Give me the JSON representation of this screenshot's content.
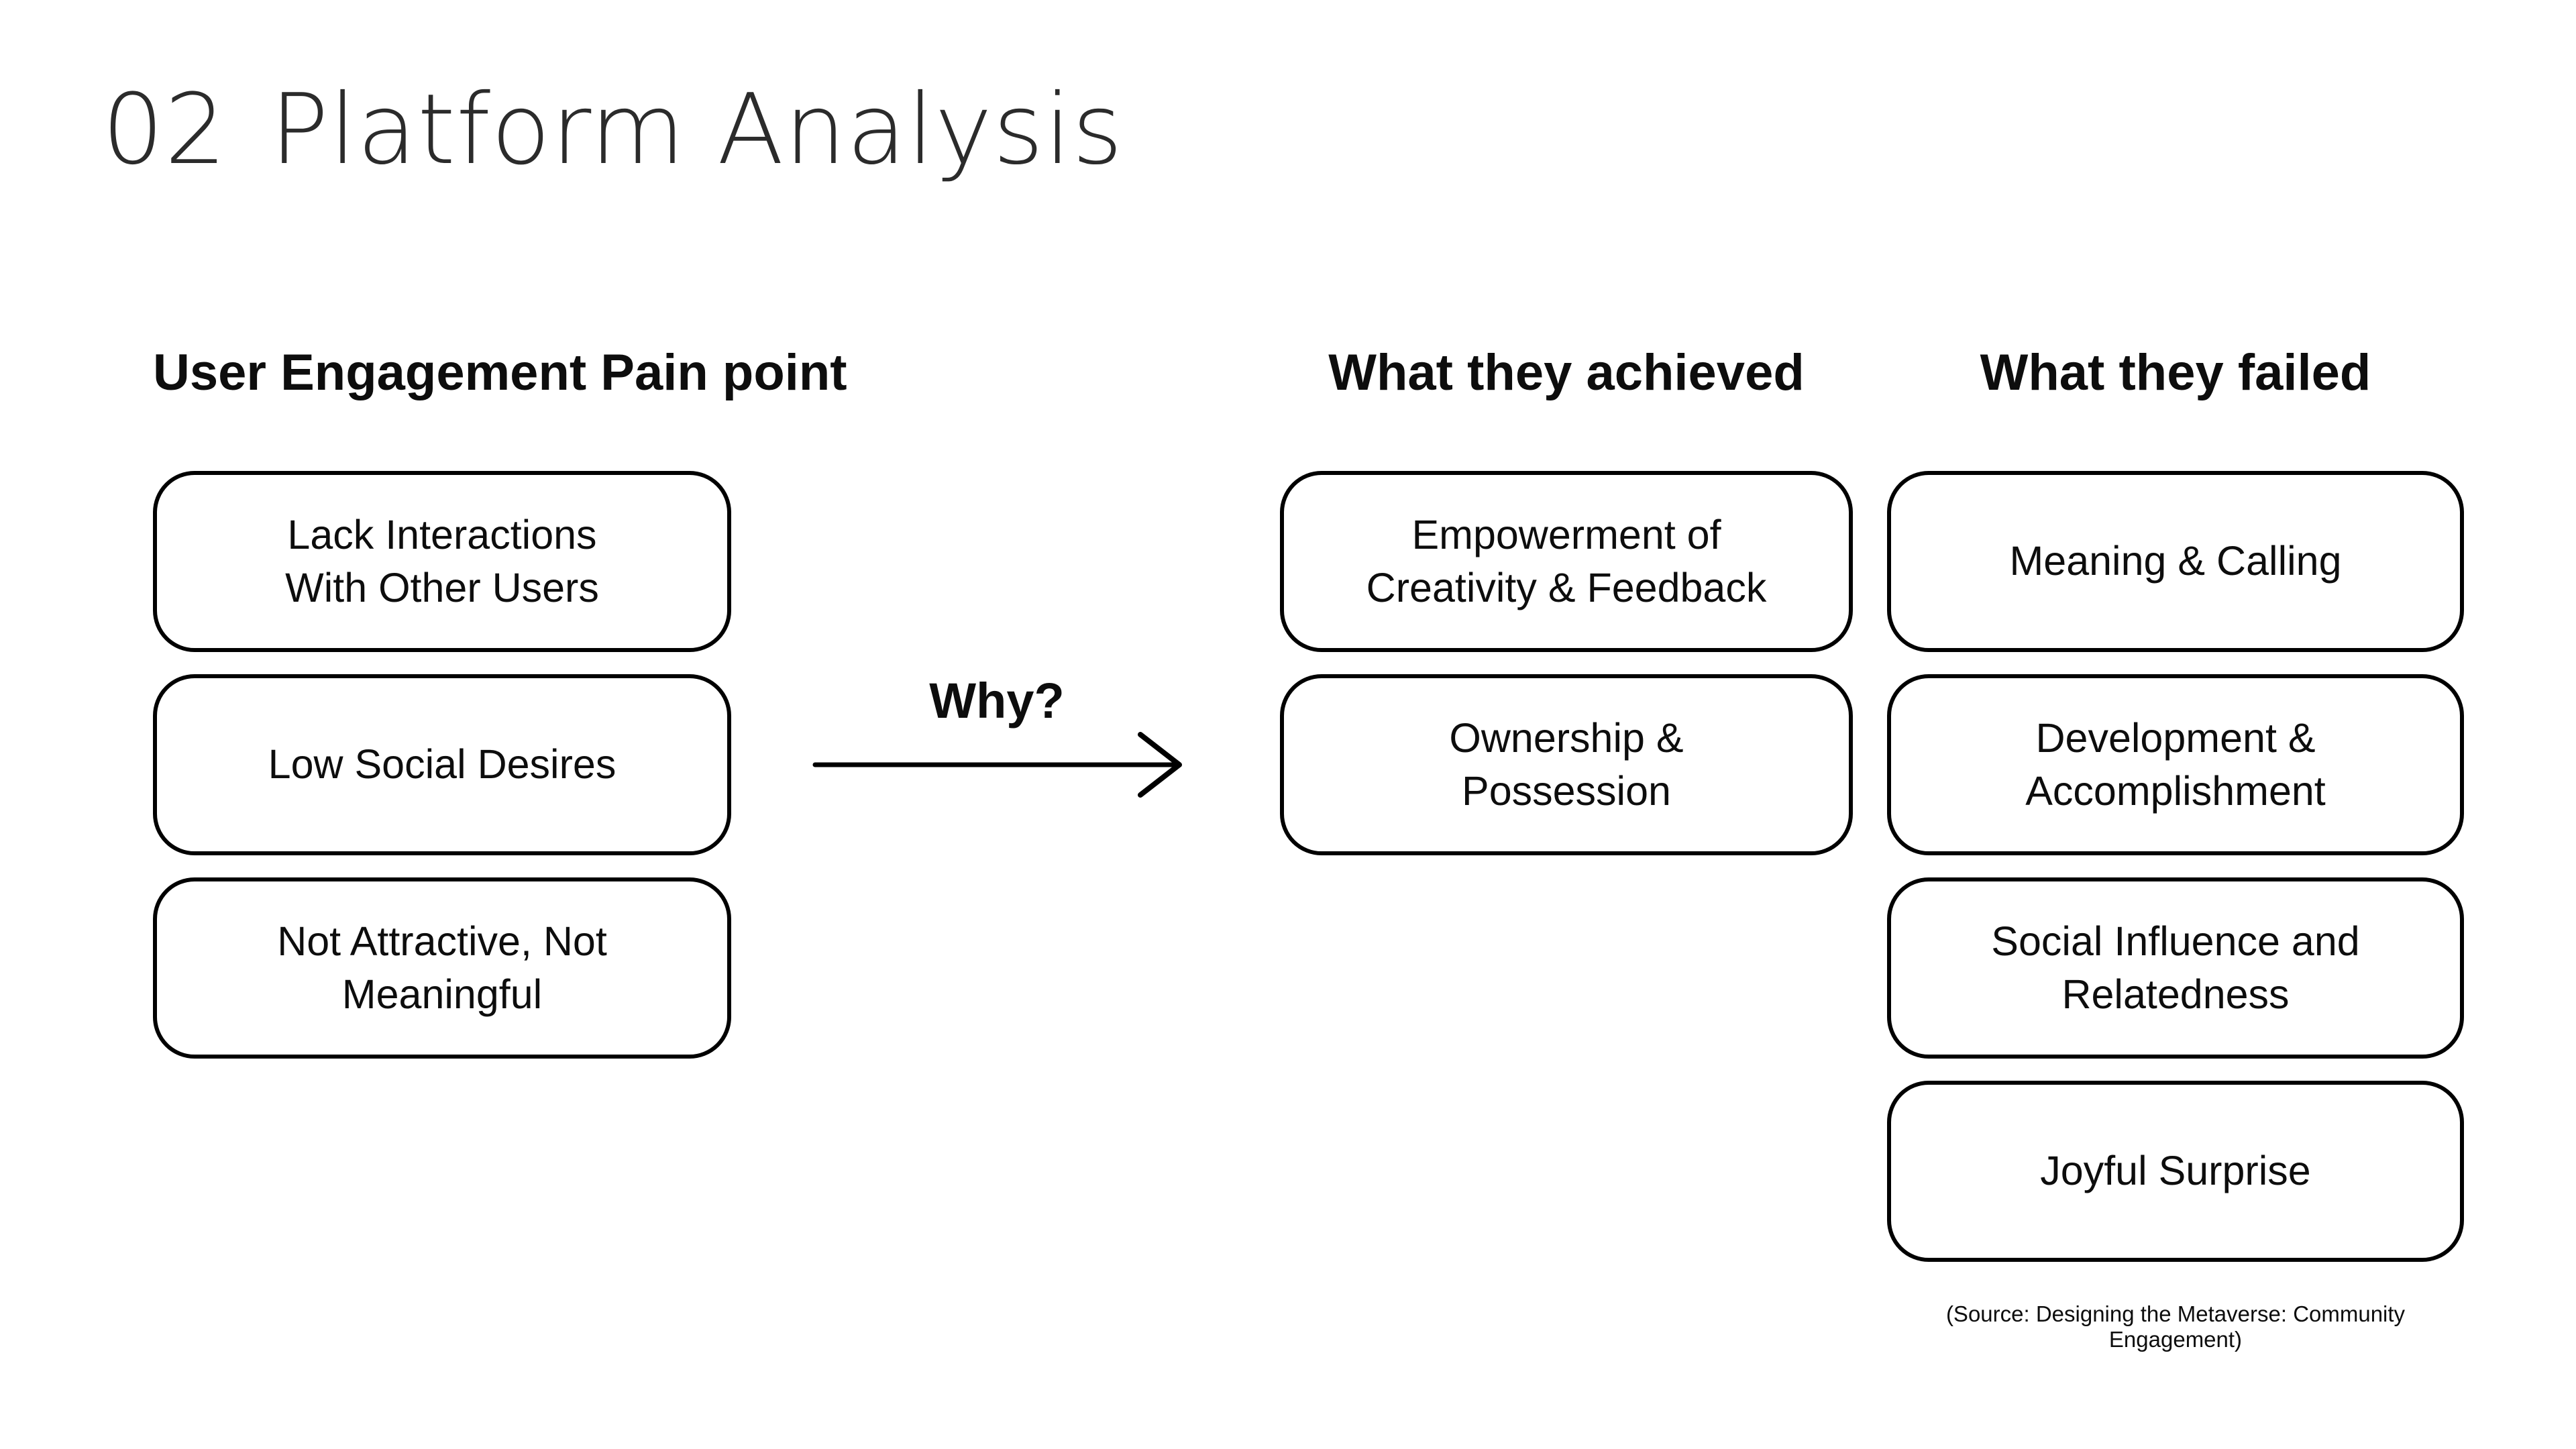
{
  "slide": {
    "title": {
      "number": "02",
      "text": "Platform Analysis"
    },
    "source_note": "(Source: Designing the Metaverse: Community Engagement)"
  },
  "connector": {
    "label": "Why?",
    "icon": "right-arrow"
  },
  "columns": {
    "pain": {
      "heading": "User Engagement Pain point",
      "boxes": [
        {
          "label": "Lack Interactions\nWith Other Users"
        },
        {
          "label": "Low Social Desires"
        },
        {
          "label": "Not Attractive, Not\nMeaningful"
        }
      ]
    },
    "achieved": {
      "heading": "What they achieved",
      "boxes": [
        {
          "label": "Empowerment of\nCreativity & Feedback"
        },
        {
          "label": "Ownership &\nPossession"
        }
      ]
    },
    "failed": {
      "heading": "What they failed",
      "boxes": [
        {
          "label": "Meaning & Calling"
        },
        {
          "label": "Development &\nAccomplishment"
        },
        {
          "label": "Social Influence and\nRelatedness"
        },
        {
          "label": "Joyful Surprise"
        }
      ]
    }
  },
  "colors": {
    "background": "#ffffff",
    "ink": "#000000",
    "text": "#0d0d0d",
    "title": "#2b2b2b"
  }
}
